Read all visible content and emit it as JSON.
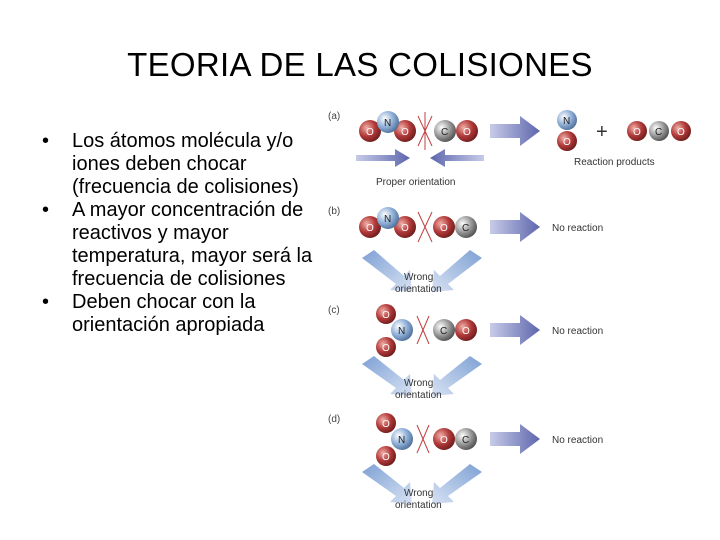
{
  "slide": {
    "title": "TEORIA DE LAS COLISIONES",
    "bullets": [
      "Los átomos molécula y/o iones deben chocar (frecuencia de colisiones)",
      "A mayor concentración  de reactivos y mayor temperatura, mayor será la frecuencia de colisiones",
      "Deben chocar con la orientación apropiada"
    ],
    "bullet_symbol": "•"
  },
  "figure": {
    "panel_a": {
      "label": "(a)",
      "caption": "Proper orientation",
      "result": "Reaction products"
    },
    "panel_b": {
      "label": "(b)",
      "caption_line1": "Wrong",
      "caption_line2": "orientation",
      "result": "No reaction"
    },
    "panel_c": {
      "label": "(c)",
      "caption_line1": "Wrong",
      "caption_line2": "orientation",
      "result": "No reaction"
    },
    "panel_d": {
      "label": "(d)",
      "caption_line1": "Wrong",
      "caption_line2": "orientation",
      "result": "No reaction"
    },
    "atoms": {
      "oxygen": "O",
      "nitrogen": "N",
      "carbon": "C",
      "plus": "+"
    },
    "colors": {
      "oxygen": "#b23a3a",
      "nitrogen": "#7fa3cf",
      "carbon": "#8c8c8c",
      "arrow": "#6d77b8",
      "wrong_arrow": "#8fa8d6"
    }
  }
}
